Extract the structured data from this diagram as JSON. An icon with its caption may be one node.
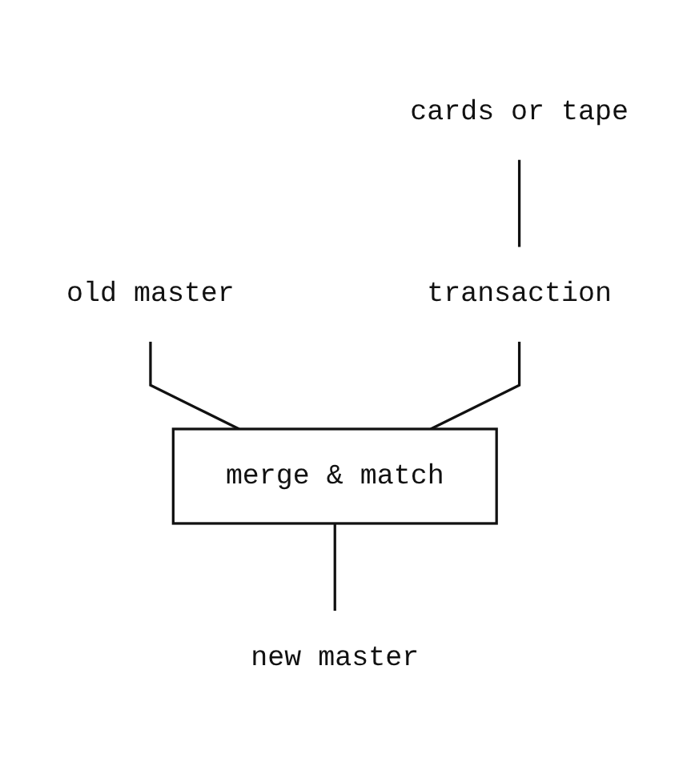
{
  "diagram": {
    "nodes": [
      {
        "text": [
          "cards or tape"
        ]
      },
      {
        "text": [
          "old master"
        ]
      },
      {
        "text": [
          "transaction"
        ]
      },
      {
        "text": [
          "merge & match"
        ]
      },
      {
        "text": [
          "new master"
        ]
      }
    ],
    "edges": [
      {
        "from": 0,
        "to": 2,
        "arrow": "none"
      },
      {
        "from": 1,
        "to": 3,
        "arrow": "none"
      },
      {
        "from": 2,
        "to": 3,
        "arrow": "none"
      },
      {
        "from": 3,
        "to": 4,
        "arrow": "none"
      }
    ]
  }
}
